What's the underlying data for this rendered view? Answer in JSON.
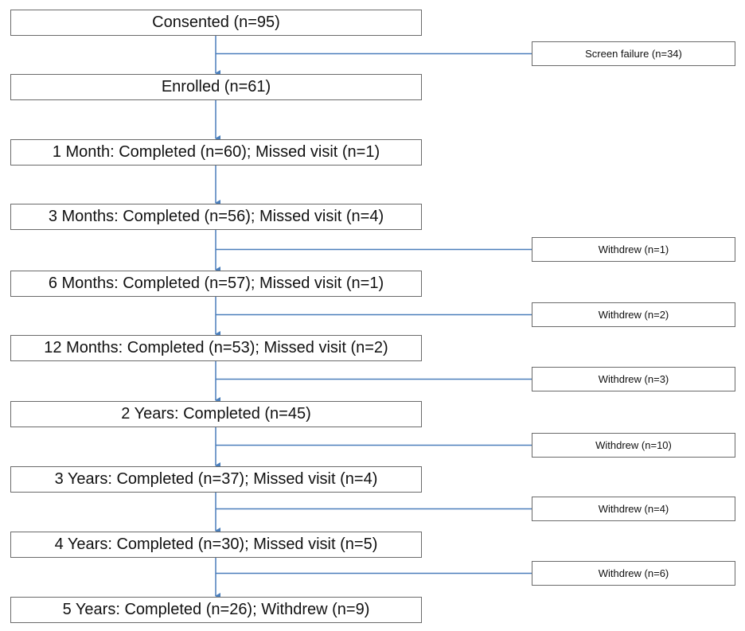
{
  "diagram": {
    "accent_color": "#4a7ebb",
    "main_steps": [
      {
        "label": "Consented (n=95)"
      },
      {
        "label": "Enrolled (n=61)"
      },
      {
        "label": "1 Month: Completed (n=60); Missed visit (n=1)"
      },
      {
        "label": "3 Months: Completed (n=56); Missed visit (n=4)"
      },
      {
        "label": "6 Months: Completed (n=57); Missed visit (n=1)"
      },
      {
        "label": "12 Months: Completed (n=53); Missed visit (n=2)"
      },
      {
        "label": "2 Years: Completed (n=45)"
      },
      {
        "label": "3 Years: Completed (n=37); Missed visit (n=4)"
      },
      {
        "label": "4 Years: Completed (n=30); Missed visit (n=5)"
      },
      {
        "label": "5 Years: Completed (n=26); Withdrew (n=9)"
      }
    ],
    "exits": [
      {
        "label": "Screen failure (n=34)",
        "between": [
          0,
          1
        ]
      },
      {
        "label": "Withdrew (n=1)",
        "between": [
          3,
          4
        ]
      },
      {
        "label": "Withdrew (n=2)",
        "between": [
          4,
          5
        ]
      },
      {
        "label": "Withdrew (n=3)",
        "between": [
          5,
          6
        ]
      },
      {
        "label": "Withdrew (n=10)",
        "between": [
          6,
          7
        ]
      },
      {
        "label": "Withdrew (n=4)",
        "between": [
          7,
          8
        ]
      },
      {
        "label": "Withdrew (n=6)",
        "between": [
          8,
          9
        ]
      }
    ]
  }
}
